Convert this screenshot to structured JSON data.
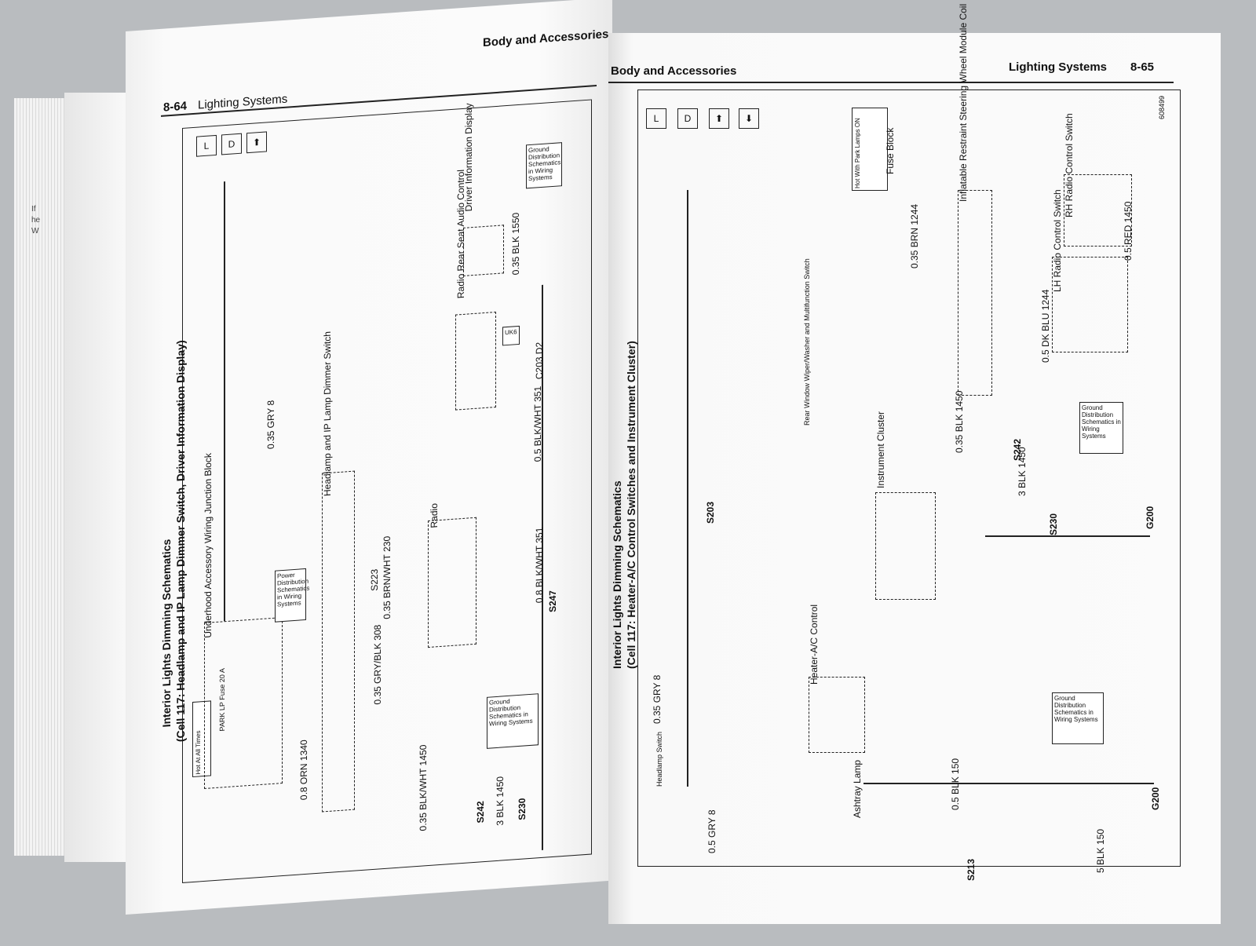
{
  "left_page": {
    "page_number": "8-64",
    "section": "Lighting Systems",
    "header_right": "Body and Accessories",
    "title": "Interior Lights Dimming Schematics",
    "subtitle": "(Cell 117: Headlamp and IP Lamp Dimmer Switch, Driver Information Display)",
    "labels": {
      "hot": "Hot At All Times",
      "fuse": "PARK LP Fuse 20 A",
      "junction": "Underhood Accessory Wiring Junction Block",
      "power_dist": "Power Distribution Schematics in Wiring Systems",
      "dimmer": "Headlamp and IP Lamp Dimmer Switch",
      "radio": "Radio",
      "radio_rear": "Radio Rear Seat Audio Control",
      "driver_info": "Driver Information Display",
      "ground_dist": "Ground Distribution Schematics in Wiring Systems",
      "s242": "S242",
      "s230": "S230",
      "s247": "S247",
      "s223": "S223",
      "c203_d2": "C203 D2",
      "w1": "0.35 GRY 8",
      "w2": "0.8 ORN 1340",
      "w3": "0.35 BLK/WHT 1450",
      "w4": "0.8 BLK/WHT 351",
      "w5": "0.5 BLK/WHT 351",
      "w6": "0.35 GRY/BLK 308",
      "w7": "3 BLK 1450",
      "w8": "0.35 BRN/WHT 230",
      "w9": "0.35 BLK 1550",
      "uk6": "UK6"
    }
  },
  "right_page": {
    "header_left": "Body and Accessories",
    "section": "Lighting Systems",
    "page_number": "8-65",
    "title": "Interior Lights Dimming Schematics",
    "subtitle": "(Cell 117: Heater-A/C Control Switches and Instrument Cluster)",
    "labels": {
      "headlamp_switch": "Headlamp Switch",
      "ashtray": "Ashtray Lamp",
      "heater": "Heater-A/C Control",
      "cluster": "Instrument Cluster",
      "rear_window": "Rear Window Wiper/Washer and Multifunction Switch",
      "fuse_block": "Fuse Block",
      "hot_park": "Hot With Park Lamps ON",
      "steering": "Inflatable Restraint Steering Wheel Module Coil",
      "lh_radio": "LH Radio Control Switch",
      "rh_radio": "RH Radio Control Switch",
      "ground_dist": "Ground Distribution Schematics in Wiring Systems",
      "s203": "S203",
      "s213": "S213",
      "s230": "S230",
      "s242": "S242",
      "g200": "G200",
      "w1": "0.35 GRY 8",
      "w2": "0.5 GRY 8",
      "w3": "0.5 BLK 150",
      "w4": "0.35 BLK 1450",
      "w5": "0.35 BRN 1244",
      "w6": "0.5 DK BLU 1244",
      "w7": "0.5 RED 1450",
      "w8": "3 BLK 1450",
      "w9": "5 BLK 150",
      "code": "608499"
    }
  },
  "colors": {
    "paper": "#f7f8f8",
    "ink": "#111111",
    "background": "#b9bcbf"
  },
  "icons": [
    "loc-icon",
    "desc-icon",
    "up-arrow-icon",
    "down-arrow-icon"
  ]
}
